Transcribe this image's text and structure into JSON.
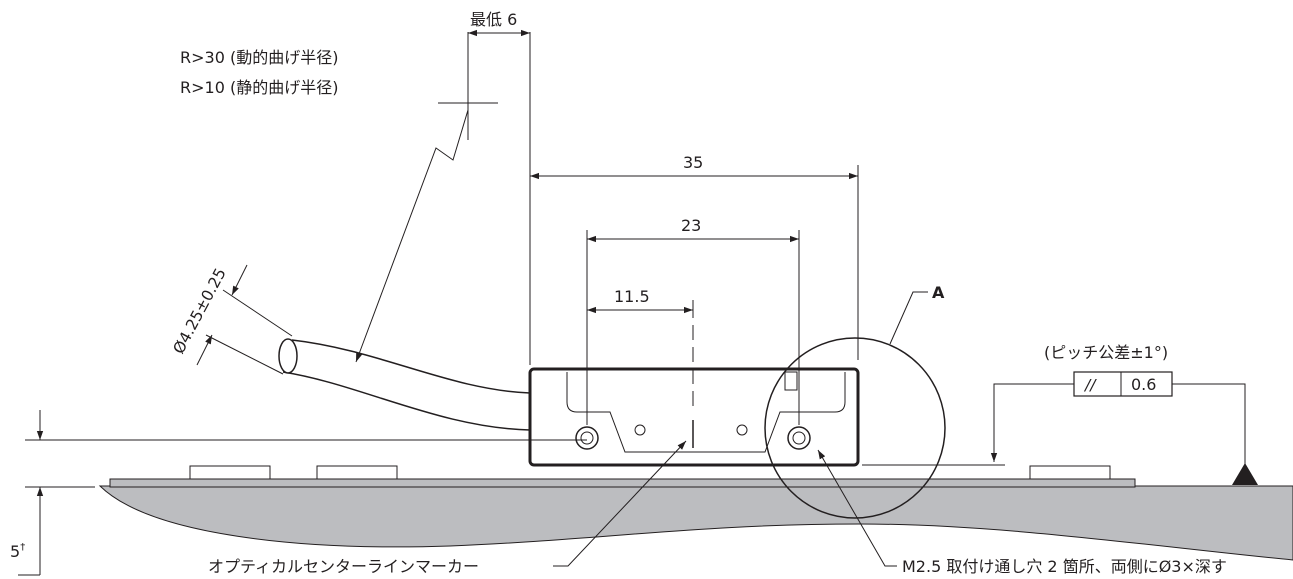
{
  "dimensions": {
    "min_clearance": "最低 6",
    "bend_radius_dynamic": "R>30 (動的曲げ半径)",
    "bend_radius_static": "R>10 (静的曲げ半径)",
    "length_overall": "35",
    "hole_spacing": "23",
    "center_offset": "11.5",
    "cable_diameter": "Ø4.25±0.25",
    "height": "5",
    "height_mark": "†"
  },
  "detail": {
    "label": "A"
  },
  "tolerance": {
    "pitch_note": "(ピッチ公差±1°)",
    "parallel_symbol": "//",
    "value": "0.6"
  },
  "callouts": {
    "center_marker": "オプティカルセンターラインマーカー",
    "mounting_holes": "M2.5 取付け通し穴 2 箇所、両側にØ3×深す"
  }
}
